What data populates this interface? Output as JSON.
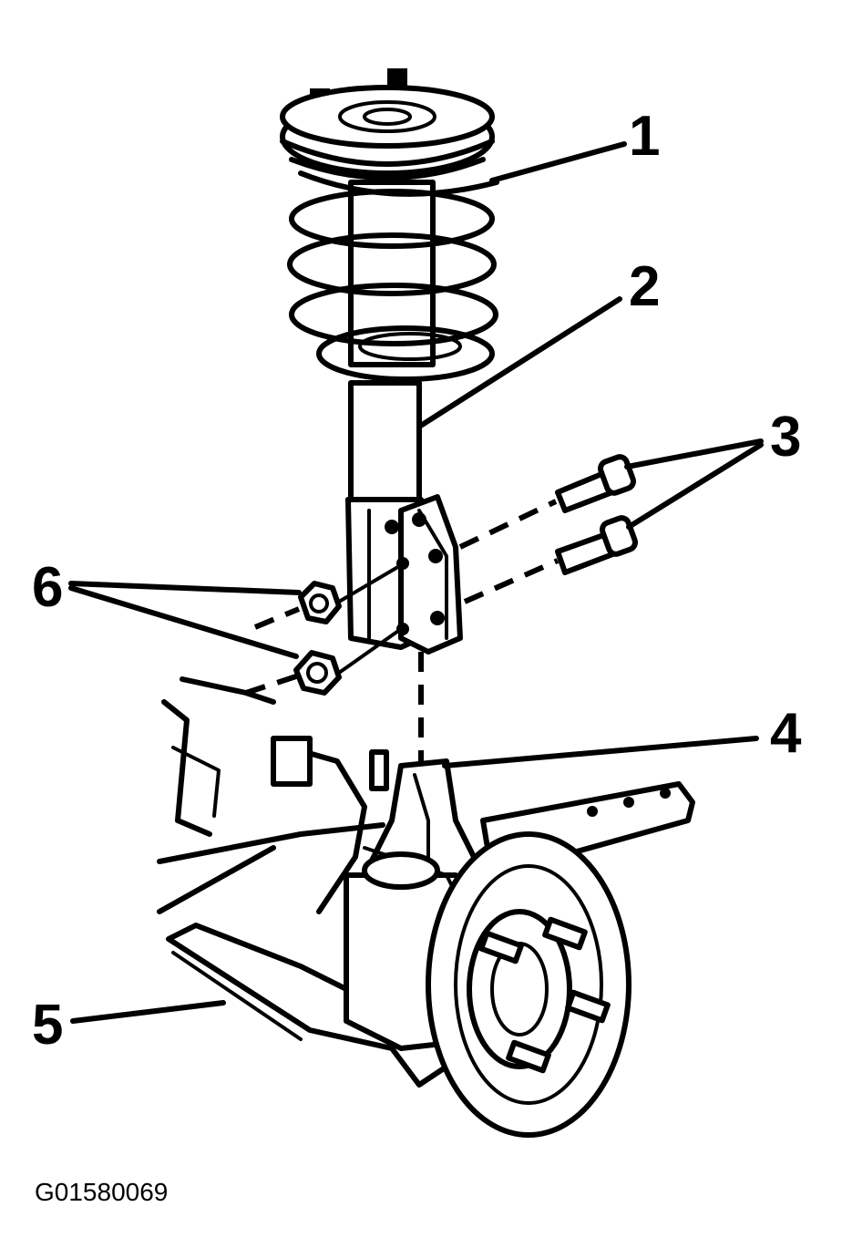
{
  "callouts": [
    "1",
    "2",
    "3",
    "4",
    "5",
    "6"
  ],
  "figure_id": "G01580069",
  "colors": {
    "ink": "#000000",
    "paper": "#ffffff"
  }
}
